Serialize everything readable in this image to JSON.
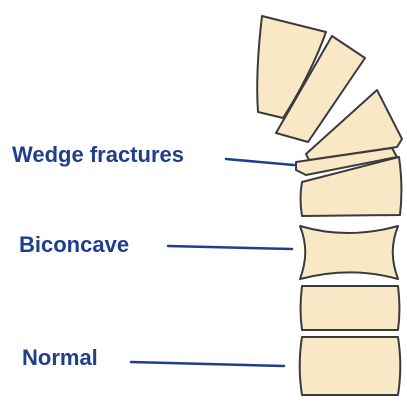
{
  "labels": {
    "wedge": "Wedge fractures",
    "biconcave": "Biconcave",
    "normal": "Normal"
  },
  "colors": {
    "vertebra_fill": "#f9e8c5",
    "outline": "#3b3b3b",
    "label_text": "#1f3f8c",
    "background": "#ffffff"
  }
}
